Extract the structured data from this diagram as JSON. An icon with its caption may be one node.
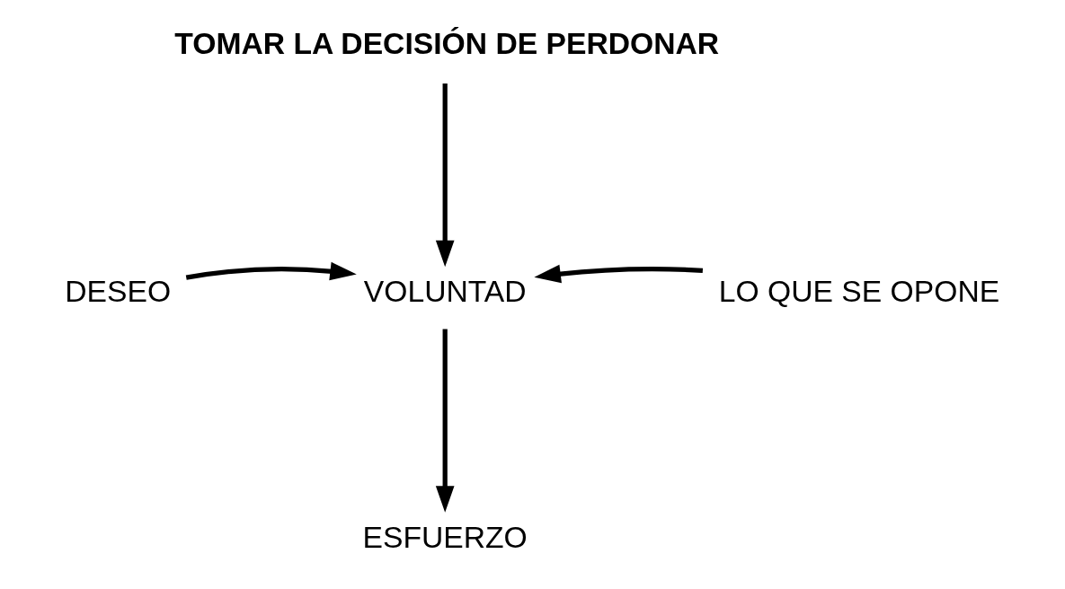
{
  "diagram": {
    "nodes": [
      {
        "text": [
          "TOMAR LA DECISIÓN DE PERDONAR"
        ]
      },
      {
        "text": [
          "DESEO"
        ]
      },
      {
        "text": [
          "VOLUNTAD"
        ]
      },
      {
        "text": [
          "LO QUE SE OPONE"
        ]
      },
      {
        "text": [
          "ESFUERZO"
        ]
      }
    ],
    "edges": [
      {
        "from": 0,
        "to": 2,
        "arrow": "to"
      },
      {
        "from": 1,
        "to": 2,
        "arrow": "to"
      },
      {
        "from": 3,
        "to": 2,
        "arrow": "to"
      },
      {
        "from": 2,
        "to": 4,
        "arrow": "to"
      }
    ]
  }
}
